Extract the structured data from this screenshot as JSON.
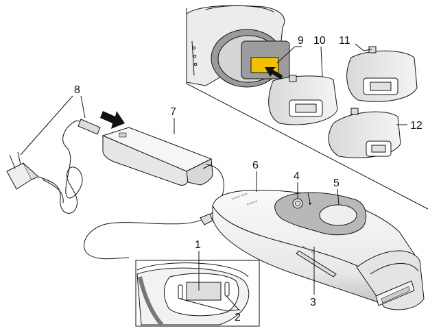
{
  "labels": {
    "l1": "1",
    "l2": "2",
    "l3": "3",
    "l4": "4",
    "l5": "5",
    "l6": "6",
    "l7": "7",
    "l8": "8",
    "l9": "9",
    "l10": "10",
    "l11": "11",
    "l12": "12"
  },
  "colors": {
    "line": "#111111",
    "body_light": "#f4f4f4",
    "body_shade": "#d4d4d4",
    "panel_gray": "#b8b8b8",
    "window_gray": "#e2e2e2",
    "lamp_yellow": "#f2c200"
  }
}
